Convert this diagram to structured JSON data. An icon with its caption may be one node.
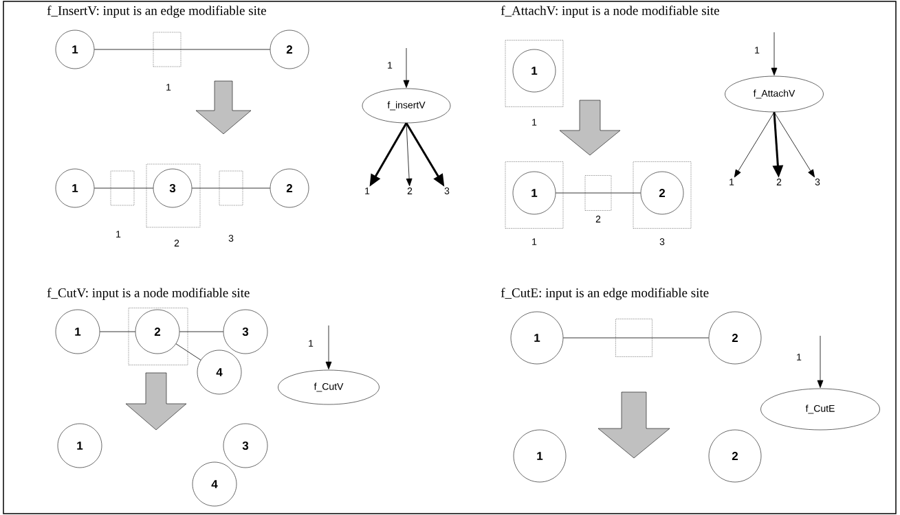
{
  "diagram": {
    "nodes": [
      {
        "text": [
          "1"
        ]
      },
      {
        "text": [],
        "shape": "box",
        "beside": [
          "1"
        ]
      },
      {
        "text": [
          "2"
        ]
      },
      {
        "text": [
          "1"
        ]
      },
      {
        "text": [],
        "shape": "box",
        "beside": [
          "1"
        ]
      },
      {
        "text": [],
        "shape": "box",
        "beside": [
          "2"
        ]
      },
      {
        "text": [
          "3"
        ],
        "in": 5
      },
      {
        "text": [],
        "shape": "box",
        "beside": [
          "3"
        ]
      },
      {
        "text": [
          "2"
        ]
      },
      {
        "text": [
          "f_insertV"
        ]
      },
      {
        "text": [
          "1"
        ]
      },
      {
        "text": [
          "2"
        ]
      },
      {
        "text": [
          "3"
        ]
      },
      {
        "text": [],
        "shape": "box",
        "beside": [
          "1"
        ]
      },
      {
        "text": [
          "1"
        ],
        "in": 13
      },
      {
        "text": [],
        "shape": "box",
        "beside": [
          "1"
        ]
      },
      {
        "text": [
          "1"
        ],
        "in": 15
      },
      {
        "text": [],
        "shape": "box",
        "beside": [
          "2"
        ]
      },
      {
        "text": [],
        "shape": "box",
        "beside": [
          "3"
        ]
      },
      {
        "text": [
          "2"
        ],
        "in": 18
      },
      {
        "text": [
          "f_AttachV"
        ]
      },
      {
        "text": [
          "1"
        ]
      },
      {
        "text": [
          "2"
        ]
      },
      {
        "text": [
          "3"
        ]
      },
      {
        "text": [
          "1"
        ]
      },
      {
        "text": [],
        "shape": "box"
      },
      {
        "text": [
          "2"
        ],
        "in": 25
      },
      {
        "text": [
          "3"
        ]
      },
      {
        "text": [
          "4"
        ]
      },
      {
        "text": [
          "f_CutV"
        ]
      },
      {
        "text": [
          "1"
        ]
      },
      {
        "text": [
          "3"
        ]
      },
      {
        "text": [
          "4"
        ]
      },
      {
        "text": [
          "1"
        ]
      },
      {
        "text": [],
        "shape": "box"
      },
      {
        "text": [
          "2"
        ]
      },
      {
        "text": [
          "f_CutE"
        ]
      },
      {
        "text": [
          "1"
        ]
      },
      {
        "text": [
          "2"
        ]
      }
    ],
    "edges": [
      {
        "from": 0,
        "to": 1,
        "arrow": "none"
      },
      {
        "from": 1,
        "to": 2,
        "arrow": "none"
      },
      {
        "from": 3,
        "to": 4,
        "arrow": "none"
      },
      {
        "from": 4,
        "to": 6,
        "arrow": "none"
      },
      {
        "from": 6,
        "to": 7,
        "arrow": "none"
      },
      {
        "from": 7,
        "to": 8,
        "arrow": "none"
      },
      {
        "from": null,
        "to": 9,
        "arrow": "to",
        "label": "1"
      },
      {
        "from": 9,
        "to": 10,
        "arrow": "to",
        "style": "thick"
      },
      {
        "from": 9,
        "to": 11,
        "arrow": "to"
      },
      {
        "from": 9,
        "to": 12,
        "arrow": "to",
        "style": "thick"
      },
      {
        "from": 16,
        "to": 17,
        "arrow": "none"
      },
      {
        "from": 17,
        "to": 19,
        "arrow": "none"
      },
      {
        "from": null,
        "to": 20,
        "arrow": "to",
        "label": "1"
      },
      {
        "from": 20,
        "to": 21,
        "arrow": "to"
      },
      {
        "from": 20,
        "to": 22,
        "arrow": "to",
        "style": "thick"
      },
      {
        "from": 20,
        "to": 23,
        "arrow": "to"
      },
      {
        "from": 24,
        "to": 26,
        "arrow": "none"
      },
      {
        "from": 26,
        "to": 27,
        "arrow": "none"
      },
      {
        "from": 26,
        "to": 28,
        "arrow": "none"
      },
      {
        "from": null,
        "to": 29,
        "arrow": "to",
        "label": "1"
      },
      {
        "from": 33,
        "to": 34,
        "arrow": "none"
      },
      {
        "from": 34,
        "to": 35,
        "arrow": "none"
      },
      {
        "from": null,
        "to": 36,
        "arrow": "to",
        "label": "1"
      }
    ],
    "labels": [
      "f_InsertV: input is an edge modifiable site",
      "f_AttachV: input is a node modifiable site",
      "f_CutV: input is a node modifiable site",
      "f_CutE: input is an edge modifiable site"
    ]
  }
}
